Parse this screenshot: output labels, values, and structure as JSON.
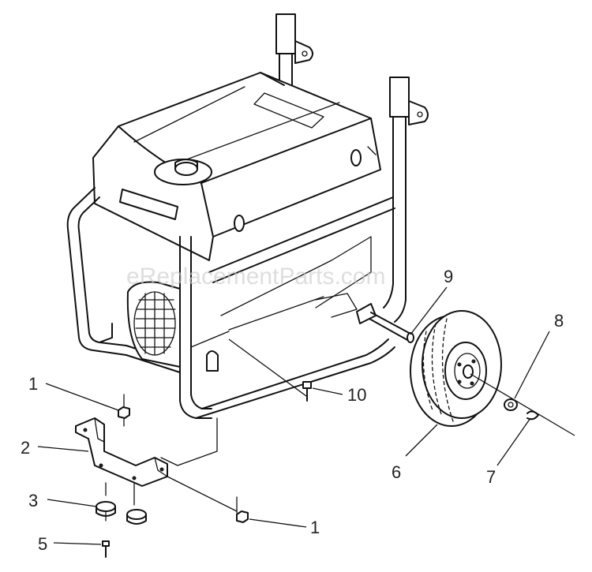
{
  "watermark": "eReplacementParts.com",
  "callouts": [
    {
      "id": "c1a",
      "label": "1"
    },
    {
      "id": "c2",
      "label": "2"
    },
    {
      "id": "c3",
      "label": "3"
    },
    {
      "id": "c5",
      "label": "5"
    },
    {
      "id": "c1b",
      "label": "1"
    },
    {
      "id": "c6",
      "label": "6"
    },
    {
      "id": "c7",
      "label": "7"
    },
    {
      "id": "c8",
      "label": "8"
    },
    {
      "id": "c9",
      "label": "9"
    },
    {
      "id": "c10",
      "label": "10"
    }
  ]
}
